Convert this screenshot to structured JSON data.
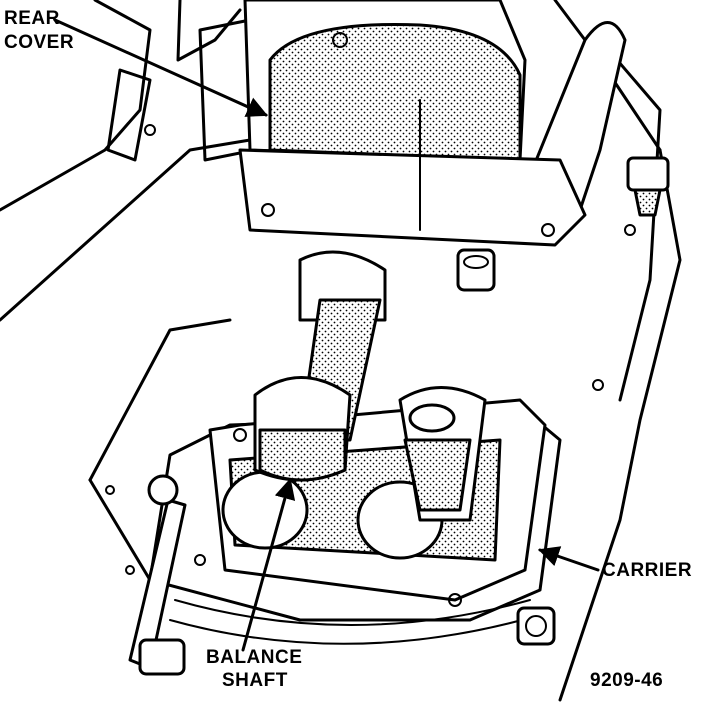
{
  "labels": {
    "rear_cover_line1": "REAR",
    "rear_cover_line2": "COVER",
    "carrier": "CARRIER",
    "balance_shaft_line1": "BALANCE",
    "balance_shaft_line2": "SHAFT",
    "figure_number": "9209-46"
  }
}
